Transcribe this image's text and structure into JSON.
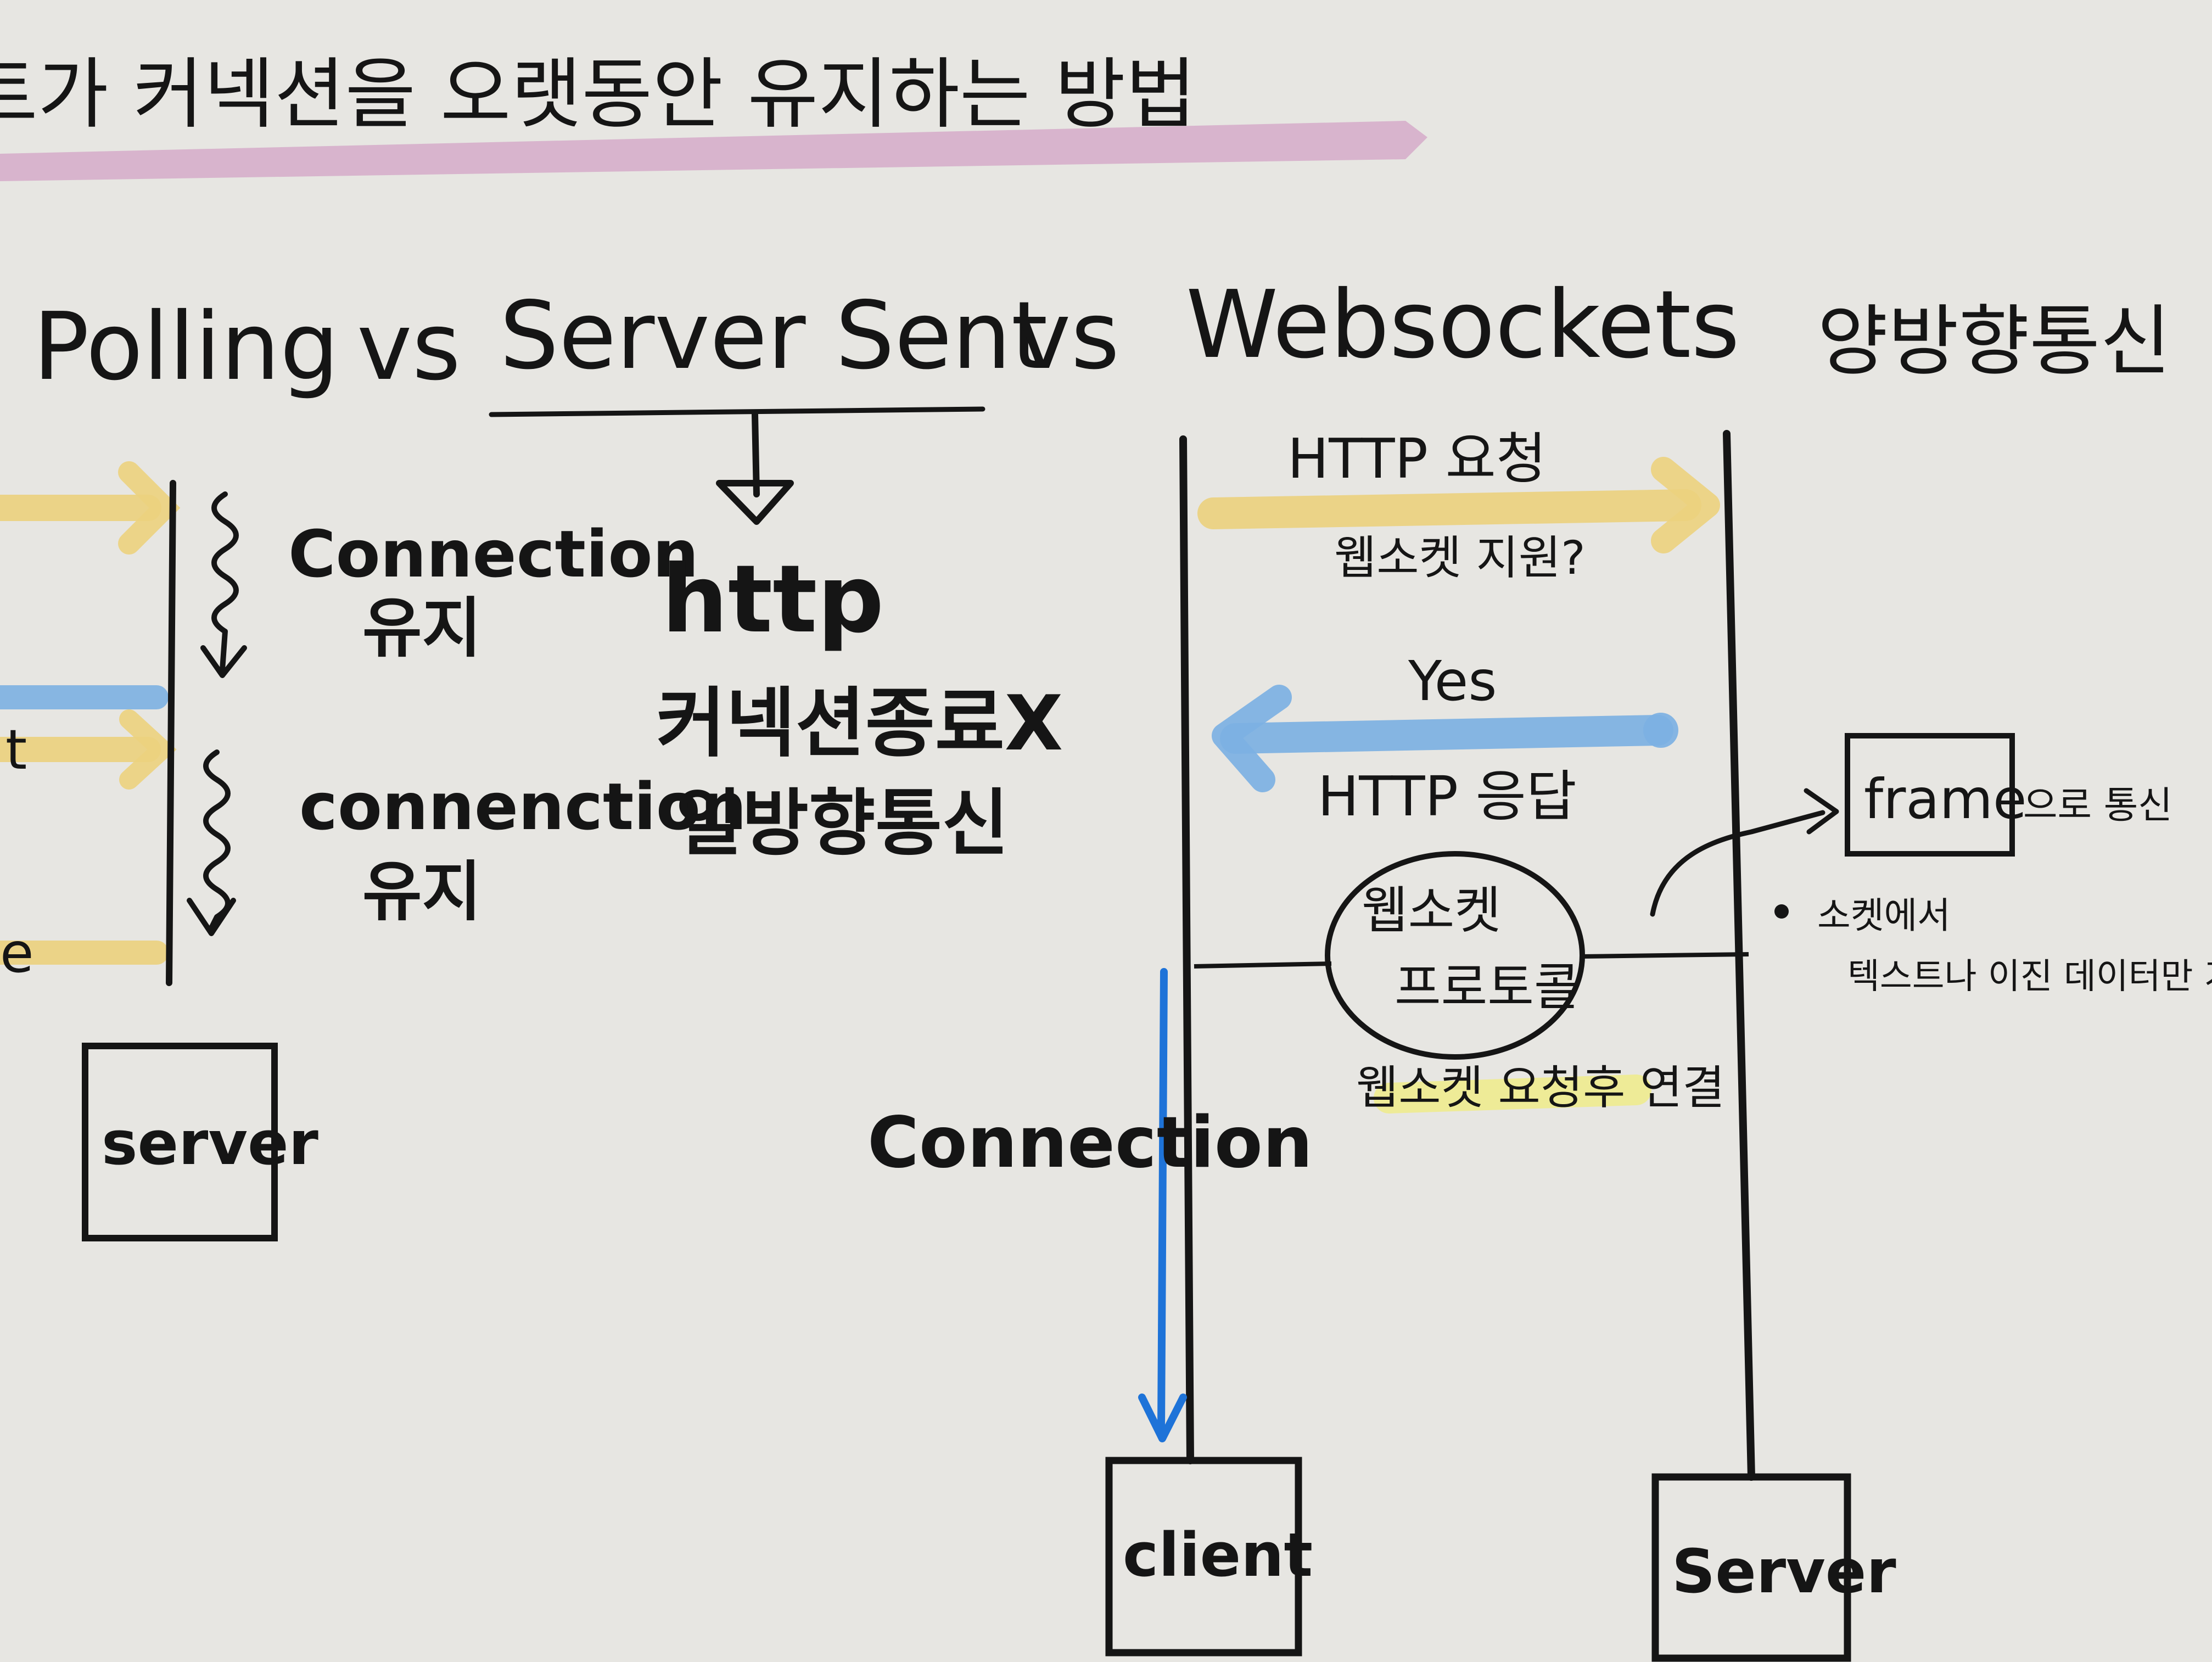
{
  "title": "트가 커넥션을 오랫동안 유지하는 방법",
  "headings": {
    "polling": "Polling",
    "vs1": "vs",
    "server_sent": "Server Sent",
    "vs2": "vs",
    "websockets": "Websockets",
    "bidirectional": "양방향통신"
  },
  "polling_section": {
    "connection_keep_1": [
      "Connection",
      "유지"
    ],
    "connection_keep_2": [
      "connenction",
      "유지"
    ],
    "left_edge_label": "t",
    "left_edge_label_2": "e",
    "server_box": "server"
  },
  "server_sent_section": {
    "protocol": "http",
    "note1": "커넥션종료X",
    "note2": "일방향통신"
  },
  "websocket_section": {
    "http_request": "HTTP 요청",
    "support_question": "웹소켓 지원?",
    "yes": "Yes",
    "http_response": "HTTP 응답",
    "protocol_circle": [
      "웹소켓",
      "프로토콜"
    ],
    "after_request": "웹소켓 요청후 연결",
    "connection": "Connection",
    "frame": "frame",
    "frame_suffix": "으로 통신",
    "socket_note_1": "소켓에서",
    "socket_note_2": "텍스트나 이진 데이터만 가능",
    "client_box": "client",
    "server_box": "Server"
  },
  "colors": {
    "background": "#e7e6e2",
    "ink": "#151515",
    "title_highlight": "#d3a3c5",
    "request_arrow": "#ecd27e",
    "response_arrow": "#7db1e3",
    "connection_arrow": "#1e73d8",
    "note_highlight": "#f0ec8a"
  }
}
